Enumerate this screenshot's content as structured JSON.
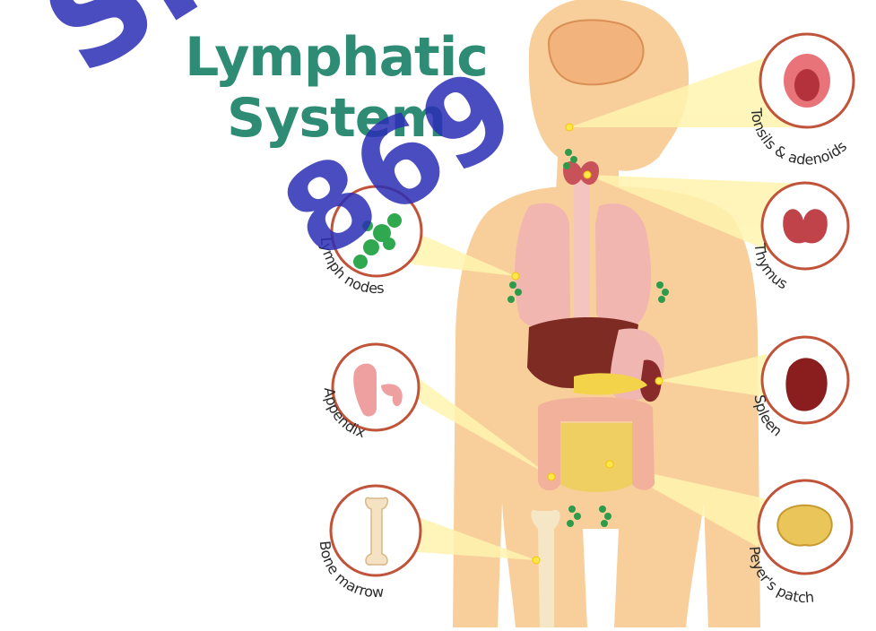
{
  "title": {
    "line1": "Lymphatic",
    "line2": "System"
  },
  "watermark": {
    "line1": "SHIV",
    "line2": "869"
  },
  "labels": {
    "tonsils": "Tonsils & adenoids",
    "thymus": "Thymus",
    "spleen": "Spleen",
    "peyers_patch": "Peyer's patch",
    "lymph_nodes": "Lymph nodes",
    "appendix": "Appendix",
    "bone_marrow": "Bone marrow"
  },
  "colors": {
    "title": "#2e8b74",
    "body": "#f8cf9a",
    "circle_ring": "#c0533a",
    "beam": "#fff2a6",
    "lymph_node": "#2d9b4a",
    "watermark": "#2b2eb5"
  }
}
